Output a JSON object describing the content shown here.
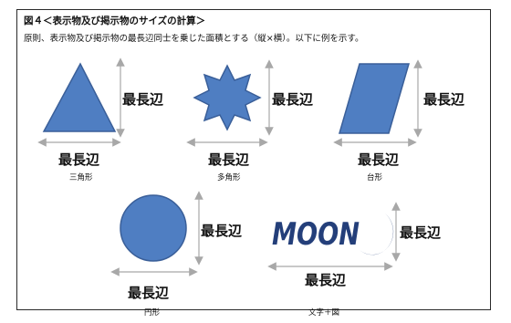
{
  "heading": "図４＜表示物及び掲示物のサイズの計算＞",
  "description": "原則、表示物及び掲示物の最長辺同士を乗じた面積とする（縦×横）。以下に例を示す。",
  "colors": {
    "shape_fill": "#4f7ec2",
    "shape_stroke": "#3a5f99",
    "arrow": "#a8a8a8",
    "moon_text": "#243f7a"
  },
  "shapes": [
    {
      "caption": "三角形",
      "height_label": "最長辺",
      "width_label": "最長辺",
      "icon": "triangle-icon"
    },
    {
      "caption": "多角形",
      "height_label": "最長辺",
      "width_label": "最長辺",
      "icon": "octagram-icon"
    },
    {
      "caption": "台形",
      "height_label": "最長辺",
      "width_label": "最長辺",
      "icon": "parallelogram-icon"
    },
    {
      "caption": "円形",
      "height_label": "最長辺",
      "width_label": "最長辺",
      "icon": "circle-icon"
    },
    {
      "caption": "文字＋図",
      "height_label": "最長辺",
      "width_label": "最長辺",
      "icon": "crescent-moon-icon",
      "logo_text": "MOON"
    }
  ]
}
